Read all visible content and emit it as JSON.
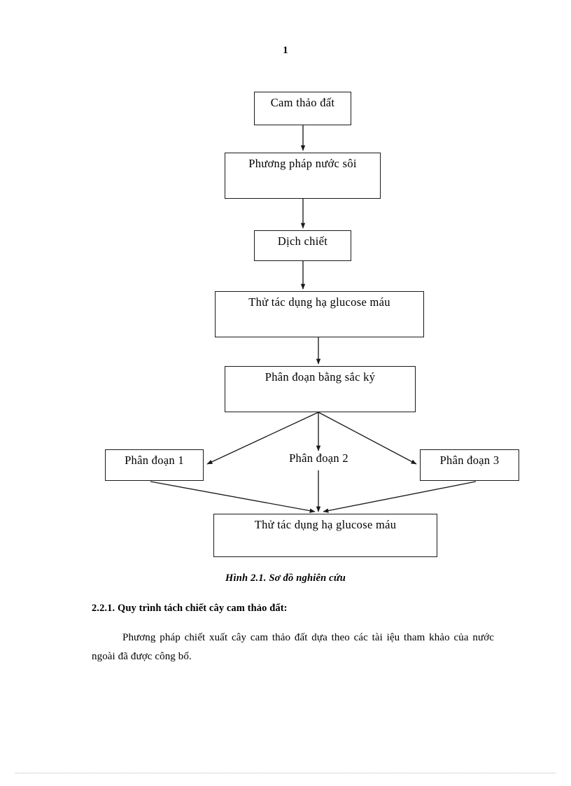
{
  "page": {
    "number": "1"
  },
  "flowchart": {
    "nodes": [
      {
        "id": "raw",
        "label": "Cam thảo đất"
      },
      {
        "id": "method",
        "label": "Phương pháp nước sôi"
      },
      {
        "id": "extract",
        "label": "Dịch chiết"
      },
      {
        "id": "test1",
        "label": "Thử tác dụng hạ glucose máu"
      },
      {
        "id": "chroma",
        "label": "Phân đoạn bằng sắc ký"
      },
      {
        "id": "frac1",
        "label": "Phân đoạn 1"
      },
      {
        "id": "frac2",
        "label": "Phân đoạn 2"
      },
      {
        "id": "frac3",
        "label": "Phân đoạn 3"
      },
      {
        "id": "test2",
        "label": "Thử tác dụng hạ glucose máu"
      }
    ],
    "caption": "Hình 2.1.  Sơ đồ nghiên cứu"
  },
  "content": {
    "heading": "2.2.1. Quy trình tách chiết cây cam thảo đất:",
    "paragraph": "Phương pháp chiết xuất cây cam thảo đất dựa theo các tài iệu tham khảo của nước ngoài đã được công bố."
  },
  "colors": {
    "text": "#000000",
    "line": "#1a1a1a",
    "background": "#ffffff"
  }
}
